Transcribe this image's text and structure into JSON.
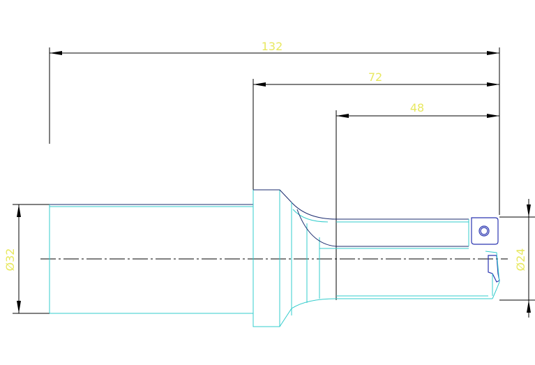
{
  "dimensions": {
    "overall_length": "132",
    "body_length": "72",
    "flute_length": "48",
    "shank_diameter": "Ø32",
    "drill_diameter": "Ø24"
  },
  "colors": {
    "dimension_text": "#e8e860",
    "outline": "#33cccc",
    "body_edge": "#1a2a6e",
    "insert": "#2a35b0",
    "dimension_line": "#000000"
  }
}
